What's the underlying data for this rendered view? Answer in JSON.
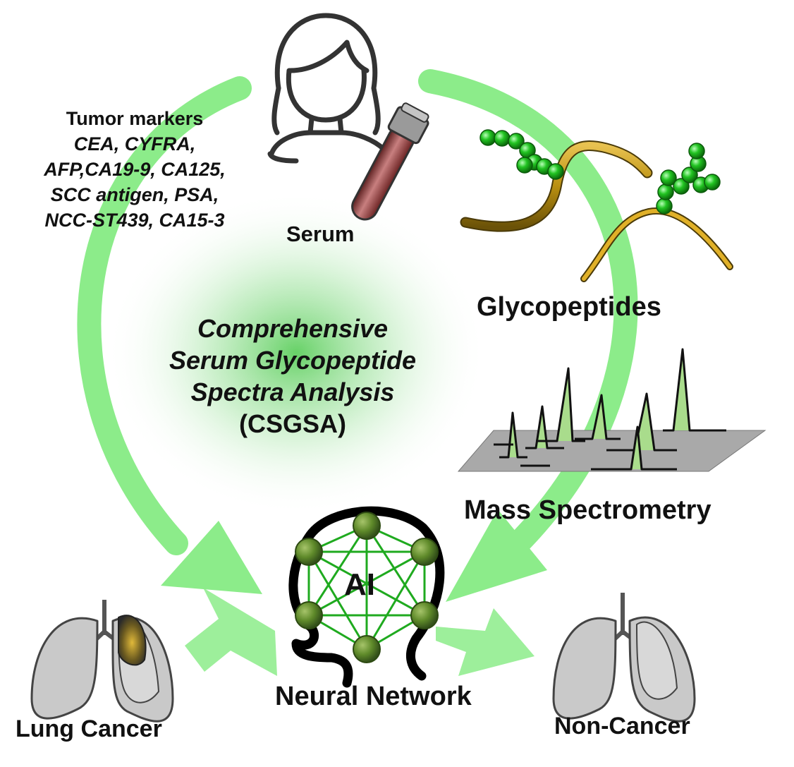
{
  "labels": {
    "serum": "Serum",
    "glycopeptides": "Glycopeptides",
    "mass_spectrometry": "Mass Spectrometry",
    "neural_network": "Neural Network",
    "lung_cancer": "Lung Cancer",
    "non_cancer": "Non-Cancer",
    "ai": "AI"
  },
  "tumor_markers": {
    "heading": "Tumor markers",
    "lines": [
      "CEA, CYFRA,",
      "AFP,CA19-9, CA125,",
      "SCC antigen, PSA,",
      "NCC-ST439, CA15-3"
    ]
  },
  "center_title": {
    "lines": [
      "Comprehensive",
      "Serum Glycopeptide",
      "Spectra Analysis"
    ],
    "abbr": "(CSGSA)"
  },
  "colors": {
    "arrow_green": "#8cec8a",
    "glow_green": "#4cc94c",
    "glycan_bead": "#22c422",
    "peptide_gold": "#b98f10",
    "node_olive": "#5f8a2a",
    "edge_green": "#1faa1f",
    "lung_gray": "#c9c9c9",
    "tumor_gold": "#c7a233",
    "plane_gray": "#a9a9a9",
    "peak_green": "#a9dc8c"
  },
  "icons": [
    "person-icon",
    "blood-tube-icon",
    "glycopeptide-icon",
    "mass-spectrum-icon",
    "ai-head-icon",
    "lung-tumor-icon",
    "lung-icon"
  ]
}
